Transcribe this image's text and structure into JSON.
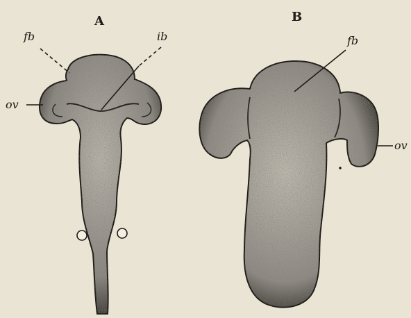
{
  "figure": {
    "panels": [
      {
        "letter": "A",
        "labels": {
          "forebrain": "fb",
          "interbrain": "ib",
          "optic_vesicle": "ov"
        }
      },
      {
        "letter": "B",
        "labels": {
          "forebrain": "fb",
          "optic_vesicle": "ov"
        }
      }
    ],
    "colors": {
      "background": "#e9e4d3",
      "ink": "#1e1b17",
      "tissue": "#8a8680"
    }
  }
}
